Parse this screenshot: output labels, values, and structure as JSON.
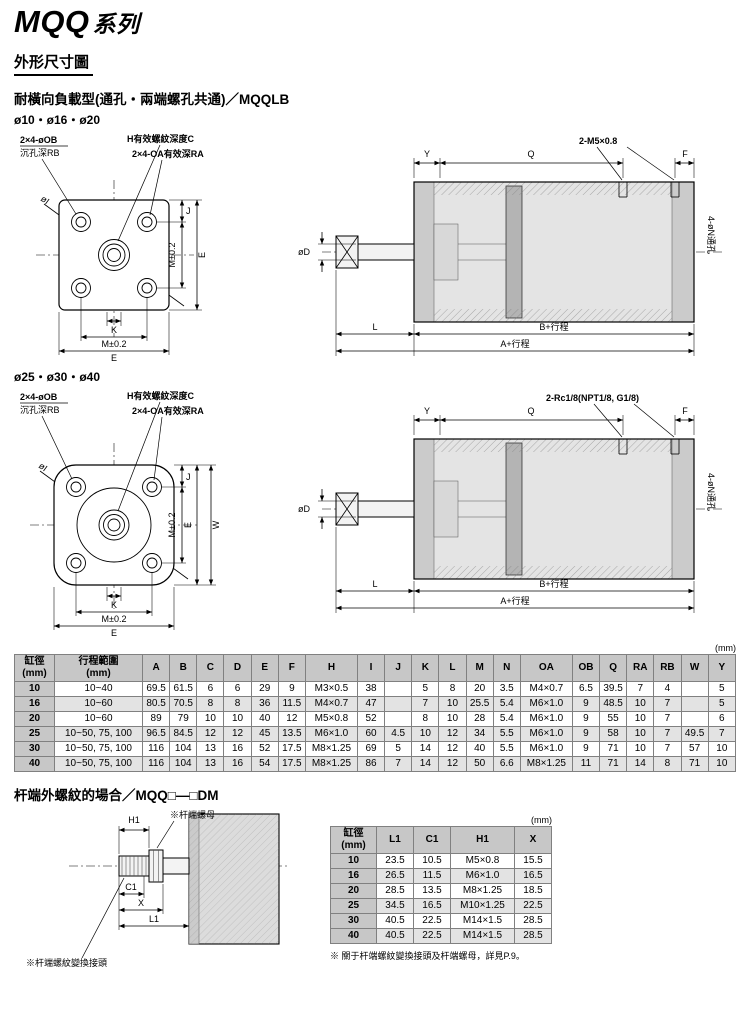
{
  "page": {
    "title_main": "MQQ",
    "title_suffix": "系列",
    "section_title": "外形尺寸圖",
    "subsection_title": "耐橫向負載型(通孔・兩端螺孔共通)／MQQLB",
    "bore_small": "ø10・ø16・ø20",
    "bore_large": "ø25・ø30・ø40",
    "rod_end_title": "杆端外螺紋的場合／MQQ□—□DM",
    "footnote": "※ 關于杆端螺紋變換接頭及杆端螺母，詳見P.9。"
  },
  "colors": {
    "table_header_bg": "#c7c7c7",
    "row_shade": "#e3e3e3",
    "body_fill": "#e4e4e4"
  },
  "drawing_small": {
    "front": {
      "counterbore_label": "2×4-øOB",
      "counterbore_depth_label": "沉孔深RB",
      "thread_label": "H有效螺紋深度C",
      "effective_label": "2×4-OA有效深RA",
      "dim_i": "øI",
      "dim_j": "J",
      "dim_m_right": "M±0.2",
      "dim_e_right": "E",
      "dim_k": "K",
      "dim_m_bottom": "M±0.2",
      "dim_e_bottom": "E"
    },
    "side": {
      "port_label": "2-M5×0.8",
      "dim_y": "Y",
      "dim_q": "Q",
      "dim_f": "F",
      "dim_d": "øD",
      "through_label": "4-øN通孔",
      "dim_l": "L",
      "dim_b": "B+行程",
      "dim_a": "A+行程"
    }
  },
  "drawing_large": {
    "front": {
      "counterbore_label": "2×4-øOB",
      "counterbore_depth_label": "沉孔深RB",
      "thread_label": "H有效螺紋深度C",
      "effective_label": "2×4-OA有效深RA",
      "dim_i": "øI",
      "dim_j": "J",
      "dim_m_right": "M±0.2",
      "dim_e_right": "E",
      "dim_w": "W",
      "dim_k": "K",
      "dim_m_bottom": "M±0.2",
      "dim_e_bottom": "E"
    },
    "side": {
      "port_label": "2-Rc1/8(NPT1/8, G1/8)",
      "dim_y": "Y",
      "dim_q": "Q",
      "dim_f": "F",
      "dim_d": "øD",
      "through_label": "4-øN通孔",
      "dim_l": "L",
      "dim_b": "B+行程",
      "dim_a": "A+行程"
    }
  },
  "rod_drawing": {
    "dim_h1": "H1",
    "nut_note": "※杆端螺母",
    "dim_c1": "C1",
    "dim_x": "X",
    "dim_l1": "L1",
    "adapter_note": "※杆端螺紋變換接頭"
  },
  "main_table": {
    "unit": "(mm)",
    "headers": [
      "缸徑\n(mm)",
      "行程範圍\n(mm)",
      "A",
      "B",
      "C",
      "D",
      "E",
      "F",
      "H",
      "I",
      "J",
      "K",
      "L",
      "M",
      "N",
      "OA",
      "OB",
      "Q",
      "RA",
      "RB",
      "W",
      "Y"
    ],
    "rows": [
      [
        "10",
        "10~40",
        "69.5",
        "61.5",
        "6",
        "6",
        "29",
        "9",
        "M3×0.5",
        "38",
        "",
        "5",
        "8",
        "20",
        "3.5",
        "M4×0.7",
        "6.5",
        "39.5",
        "7",
        "4",
        "",
        "5"
      ],
      [
        "16",
        "10~60",
        "80.5",
        "70.5",
        "8",
        "8",
        "36",
        "11.5",
        "M4×0.7",
        "47",
        "",
        "7",
        "10",
        "25.5",
        "5.4",
        "M6×1.0",
        "9",
        "48.5",
        "10",
        "7",
        "",
        "5"
      ],
      [
        "20",
        "10~60",
        "89",
        "79",
        "10",
        "10",
        "40",
        "12",
        "M5×0.8",
        "52",
        "",
        "8",
        "10",
        "28",
        "5.4",
        "M6×1.0",
        "9",
        "55",
        "10",
        "7",
        "",
        "6"
      ],
      [
        "25",
        "10~50, 75, 100",
        "96.5",
        "84.5",
        "12",
        "12",
        "45",
        "13.5",
        "M6×1.0",
        "60",
        "4.5",
        "10",
        "12",
        "34",
        "5.5",
        "M6×1.0",
        "9",
        "58",
        "10",
        "7",
        "49.5",
        "7"
      ],
      [
        "30",
        "10~50, 75, 100",
        "116",
        "104",
        "13",
        "16",
        "52",
        "17.5",
        "M8×1.25",
        "69",
        "5",
        "14",
        "12",
        "40",
        "5.5",
        "M6×1.0",
        "9",
        "71",
        "10",
        "7",
        "57",
        "10"
      ],
      [
        "40",
        "10~50, 75, 100",
        "116",
        "104",
        "13",
        "16",
        "54",
        "17.5",
        "M8×1.25",
        "86",
        "7",
        "14",
        "12",
        "50",
        "6.6",
        "M8×1.25",
        "11",
        "71",
        "14",
        "8",
        "71",
        "10"
      ]
    ]
  },
  "rod_table": {
    "unit": "(mm)",
    "headers": [
      "缸徑\n(mm)",
      "L1",
      "C1",
      "H1",
      "X"
    ],
    "rows": [
      [
        "10",
        "23.5",
        "10.5",
        "M5×0.8",
        "15.5"
      ],
      [
        "16",
        "26.5",
        "11.5",
        "M6×1.0",
        "16.5"
      ],
      [
        "20",
        "28.5",
        "13.5",
        "M8×1.25",
        "18.5"
      ],
      [
        "25",
        "34.5",
        "16.5",
        "M10×1.25",
        "22.5"
      ],
      [
        "30",
        "40.5",
        "22.5",
        "M14×1.5",
        "28.5"
      ],
      [
        "40",
        "40.5",
        "22.5",
        "M14×1.5",
        "28.5"
      ]
    ]
  }
}
